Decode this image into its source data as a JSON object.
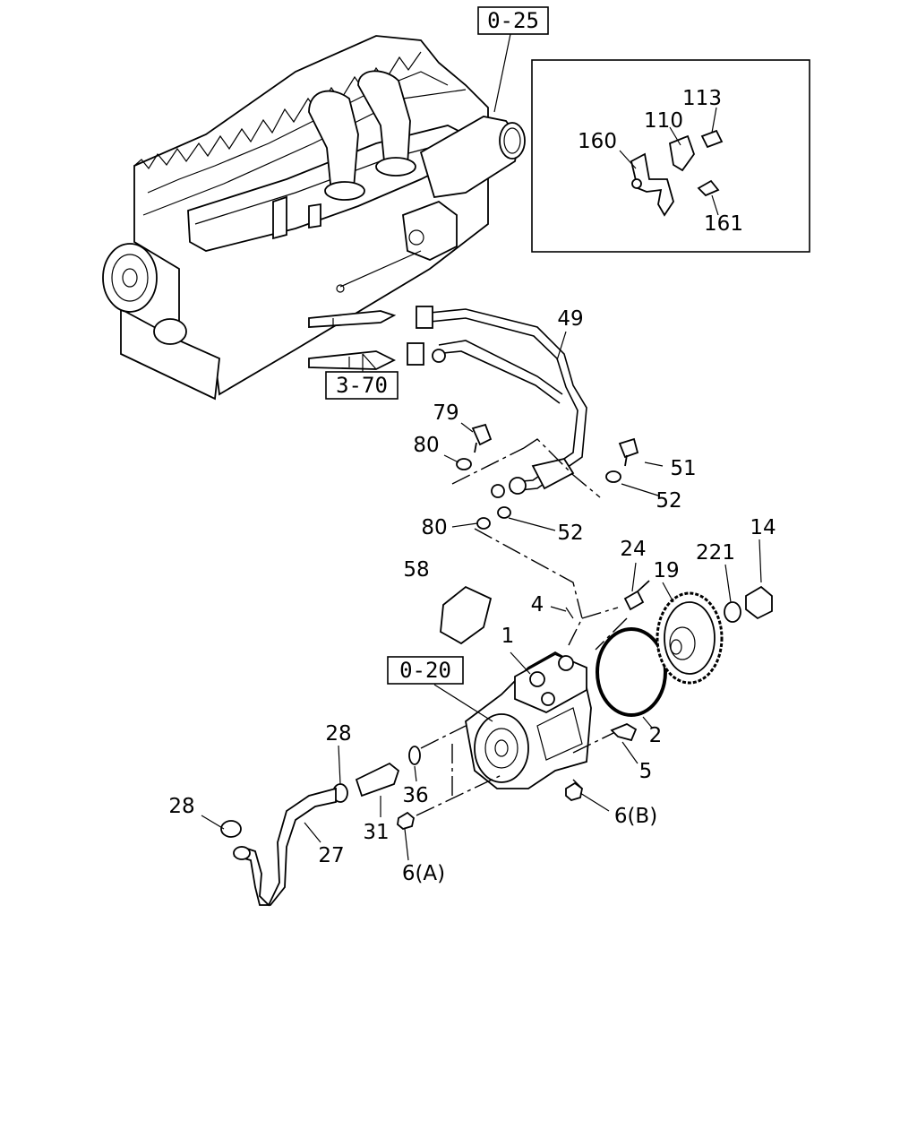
{
  "refs": {
    "r0_25": "0-25",
    "r3_70": "3-70",
    "r0_20": "0-20"
  },
  "labels": {
    "p113": "113",
    "p110": "110",
    "p160": "160",
    "p161": "161",
    "p49": "49",
    "p79": "79",
    "p80a": "80",
    "p51": "51",
    "p52a": "52",
    "p80b": "80",
    "p52b": "52",
    "p58": "58",
    "p24": "24",
    "p221": "221",
    "p14": "14",
    "p19": "19",
    "p4": "4",
    "p1": "1",
    "p2": "2",
    "p5": "5",
    "p6b": "6(B)",
    "p28a": "28",
    "p36": "36",
    "p28b": "28",
    "p31": "31",
    "p27": "27",
    "p6a": "6(A)"
  }
}
